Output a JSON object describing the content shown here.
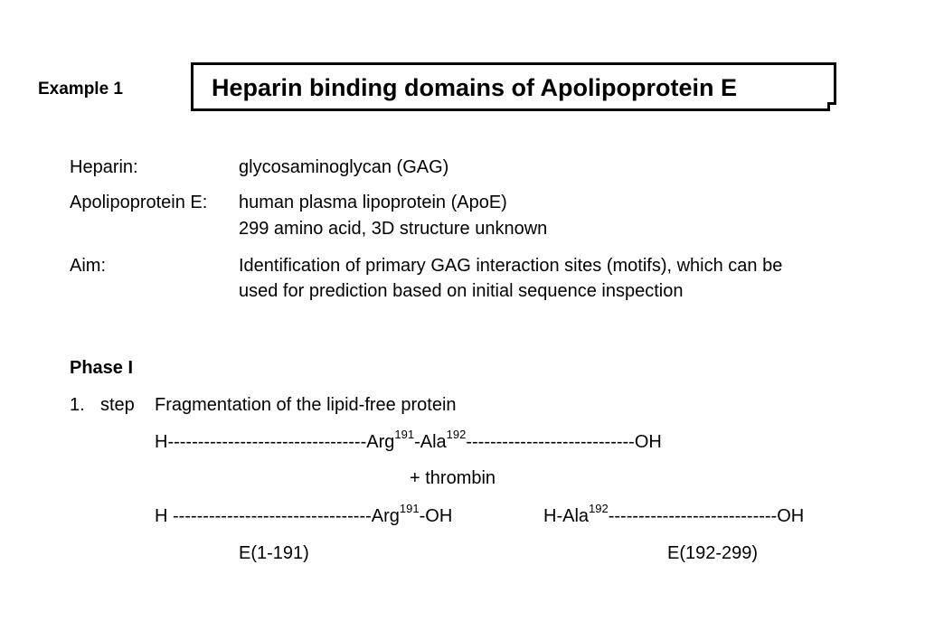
{
  "header": {
    "example_label": "Example 1",
    "title": "Heparin binding domains of Apolipoprotein E"
  },
  "definitions": [
    {
      "term": "Heparin:",
      "lines": [
        "glycosaminoglycan (GAG)"
      ]
    },
    {
      "term": "Apolipoprotein E:",
      "lines": [
        "human plasma lipoprotein (ApoE)",
        "299 amino acid, 3D structure unknown"
      ]
    },
    {
      "term": "Aim:",
      "lines": [
        "Identification of primary GAG interaction sites (motifs), which can be",
        "used for prediction based on initial sequence inspection"
      ]
    }
  ],
  "phase": {
    "heading": "Phase I",
    "step_number": "1.",
    "step_word": "step",
    "step_text": "Fragmentation of the lipid-free protein"
  },
  "sequence": {
    "full": {
      "start": "H---------------------------------Arg",
      "arg_pos": "191",
      "middle": "-Ala",
      "ala_pos": "192",
      "end": "----------------------------OH"
    },
    "enzyme": "+ thrombin",
    "frag1": {
      "start": "H ---------------------------------Arg",
      "arg_pos": "191",
      "end": "-OH"
    },
    "frag2": {
      "start": "H-Ala",
      "ala_pos": "192",
      "end": "----------------------------OH"
    },
    "frag1_label": "E(1-191)",
    "frag2_label": "E(192-299)"
  }
}
